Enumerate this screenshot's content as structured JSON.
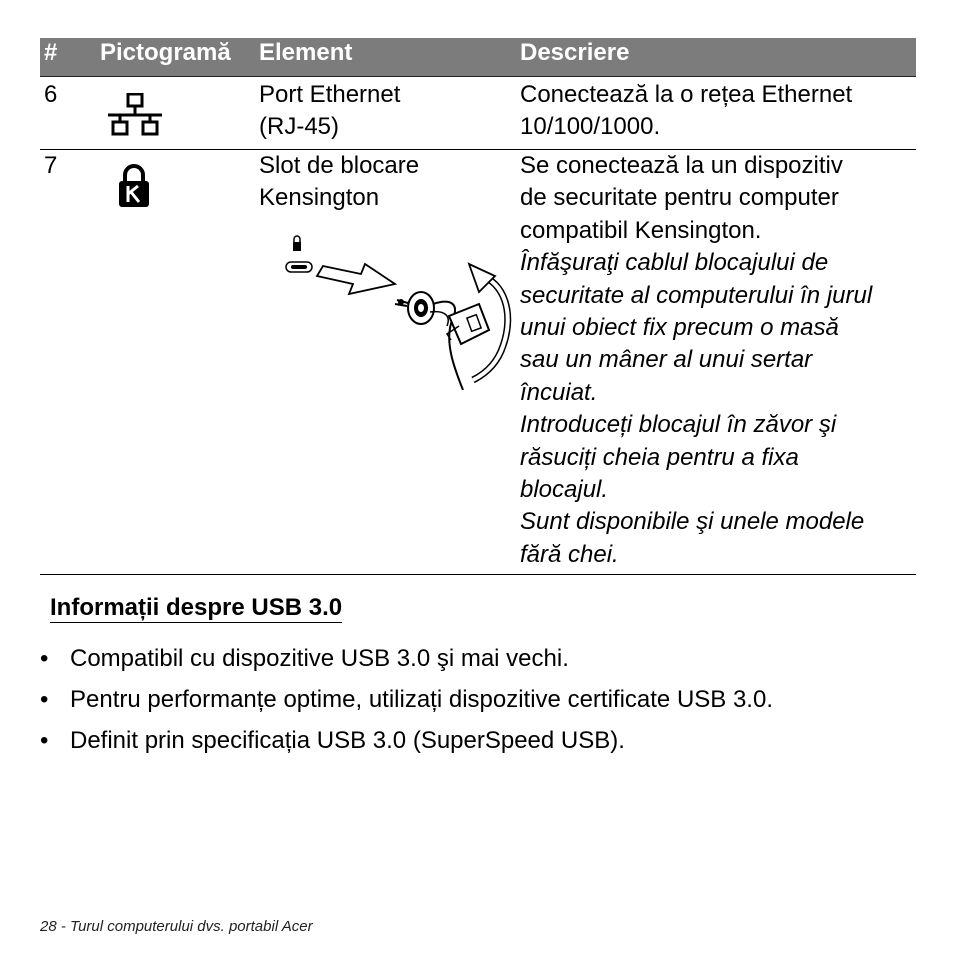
{
  "table": {
    "headers": [
      "#",
      "Pictogramă",
      "Element",
      "Descriere"
    ],
    "rows": [
      {
        "number": "6",
        "icon": "ethernet-network-icon",
        "element_lines": [
          "Port Ethernet",
          "(RJ-45)"
        ],
        "description_lines": [
          "Conectează la o rețea Ethernet",
          "10/100/1000."
        ]
      },
      {
        "number": "7",
        "icon": "kensington-lock-icon",
        "element_lines": [
          "Slot de blocare",
          "Kensington"
        ],
        "description_lines": [
          "Se conectează la un dispozitiv",
          "de securitate pentru computer",
          "compatibil Kensington."
        ],
        "description_italic_lines": [
          "Înfăşuraţi cablul blocajului de",
          "securitate al computerului în jurul",
          "unui obiect fix precum o masă",
          "sau un mâner al unui sertar",
          "încuiat.",
          "Introduceți blocajul în zăvor şi",
          "răsuciți cheia pentru a fixa",
          "blocajul.",
          "Sunt disponibile şi unele modele",
          "fără chei."
        ]
      }
    ]
  },
  "section": {
    "title": "Informații despre USB 3.0",
    "bullets": [
      "Compatibil cu dispozitive USB 3.0 şi mai vechi.",
      "Pentru performanțe optime, utilizați dispozitive certificate USB 3.0.",
      "Definit prin specificația USB 3.0 (SuperSpeed USB)."
    ]
  },
  "footer": "28 - Turul computerului dvs. portabil Acer"
}
